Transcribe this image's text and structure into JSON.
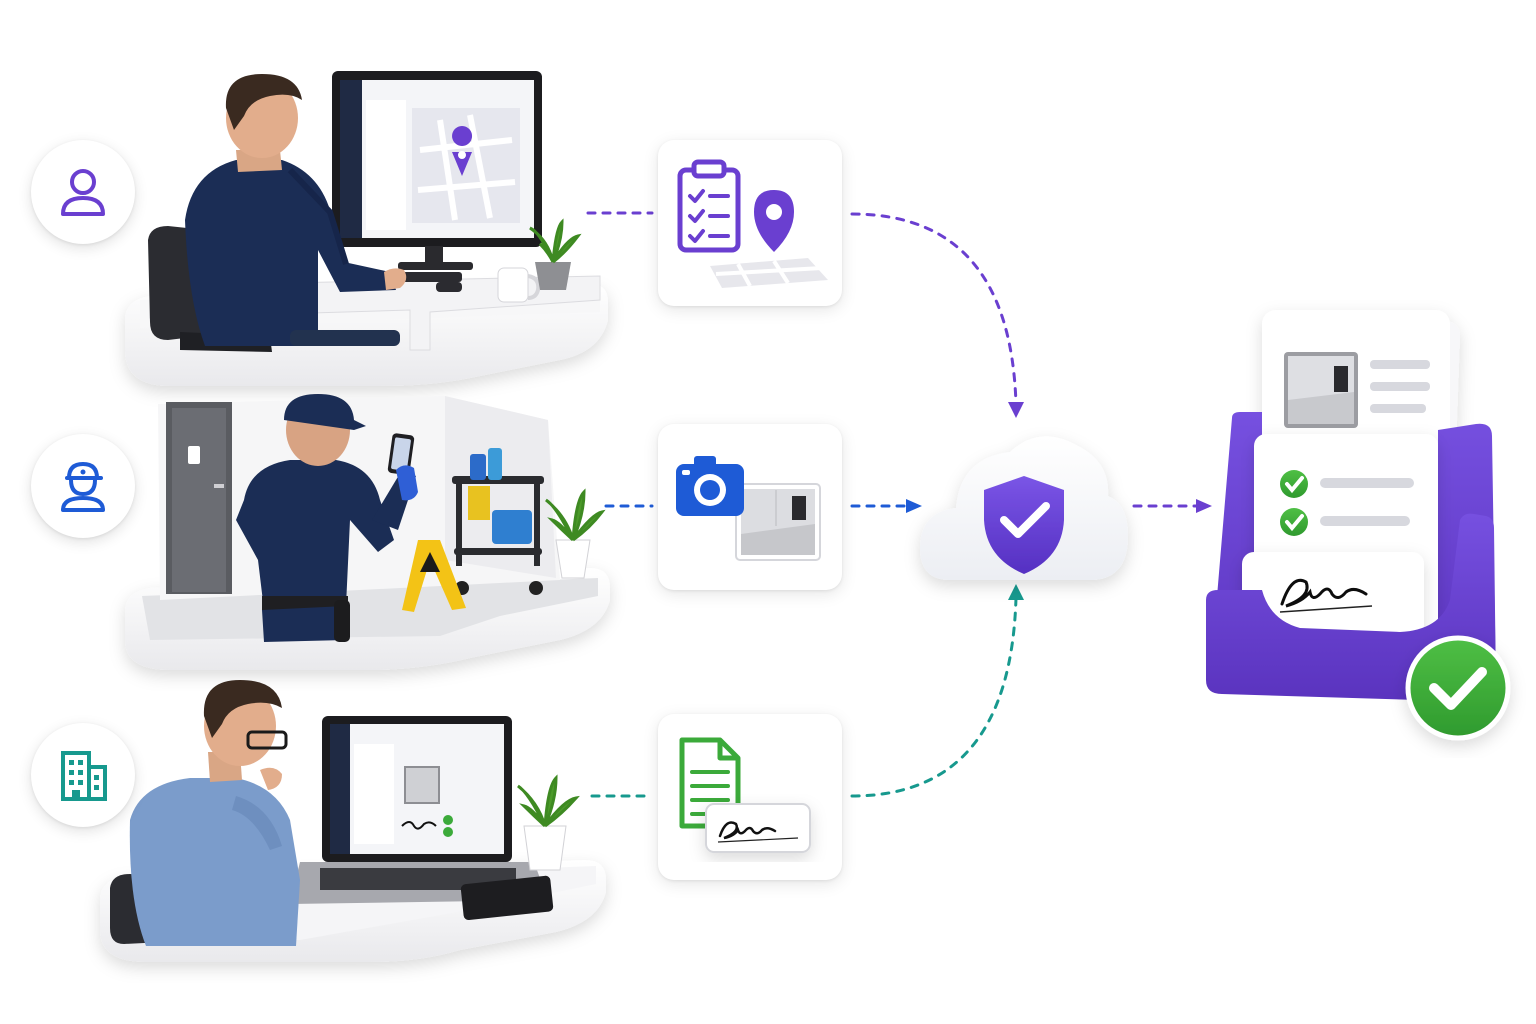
{
  "colors": {
    "purple": "#6A3FD0",
    "blue": "#1E5BD6",
    "teal": "#17998E",
    "green": "#3BAA3A",
    "navy": "#1B2D55",
    "shirt_light": "#7B9CCB",
    "floor_gray": "#E6E6E6"
  },
  "roles": [
    {
      "id": "office-user",
      "icon": "user-icon",
      "color": "#6A3FD0"
    },
    {
      "id": "field-worker",
      "icon": "worker-cap-icon",
      "color": "#1E5BD6"
    },
    {
      "id": "client-building",
      "icon": "building-icon",
      "color": "#17998E"
    }
  ],
  "tiles": [
    {
      "id": "plan",
      "icons": [
        "clipboard-checklist-icon",
        "location-pin-icon",
        "map-icon"
      ]
    },
    {
      "id": "capture",
      "icons": [
        "camera-icon",
        "photo-thumbnail-icon"
      ]
    },
    {
      "id": "sign",
      "icons": [
        "document-icon",
        "signature-card-icon"
      ]
    }
  ],
  "hub": {
    "icon": "cloud-shield-check-icon"
  },
  "output": {
    "icon": "report-tray-icon",
    "items": [
      "photo-report-page",
      "checklist-page",
      "signature-card",
      "approved-badge"
    ]
  }
}
